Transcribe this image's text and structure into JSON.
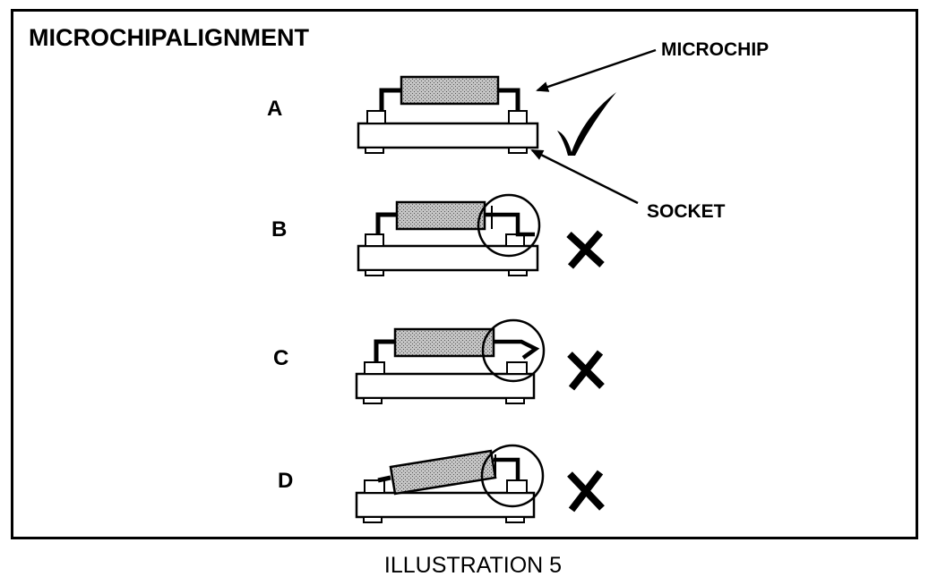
{
  "title": "MICROCHIPALIGNMENT",
  "callouts": {
    "microchip": "MICROCHIP",
    "socket": "SOCKET"
  },
  "rows": [
    {
      "label": "A",
      "status": "correct",
      "status_icon": "checkmark-icon"
    },
    {
      "label": "B",
      "status": "incorrect",
      "status_icon": "x-mark-icon"
    },
    {
      "label": "C",
      "status": "incorrect",
      "status_icon": "x-mark-icon"
    },
    {
      "label": "D",
      "status": "incorrect",
      "status_icon": "x-mark-icon"
    }
  ],
  "caption": "ILLUSTRATION 5",
  "colors": {
    "ink": "#000000",
    "chip_fill": "#b8b8b8",
    "background": "#ffffff"
  }
}
